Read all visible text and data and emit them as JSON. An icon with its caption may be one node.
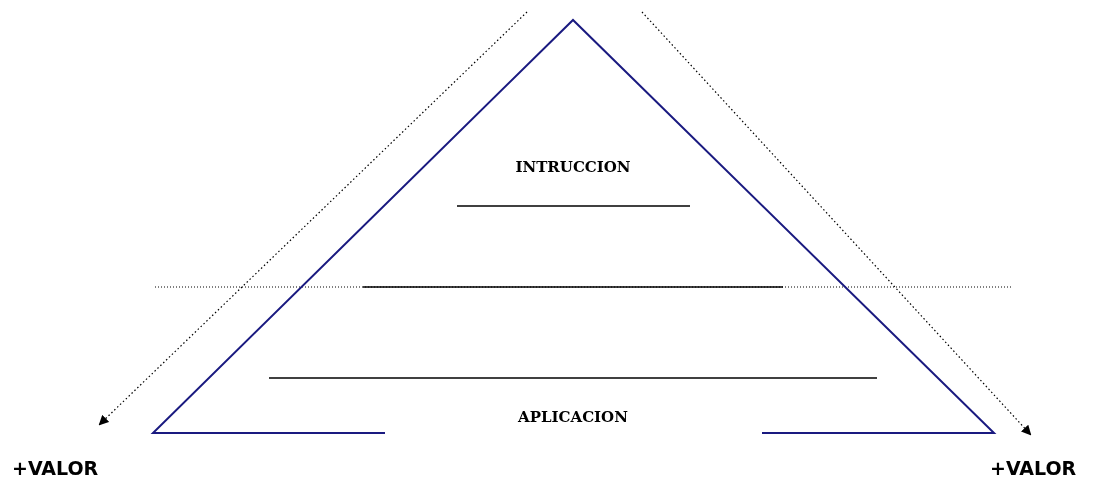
{
  "diagram": {
    "nodes": [
      {
        "text": [
          "INTRUCCION",
          "APLICACION"
        ]
      },
      {
        "text": [
          "+VALOR"
        ]
      },
      {
        "text": [
          "+VALOR"
        ]
      }
    ],
    "edges": [
      {
        "from": 0,
        "to": 1,
        "arrow": "to",
        "style": "dashed"
      },
      {
        "from": 0,
        "to": 2,
        "arrow": "to",
        "style": "dashed"
      }
    ]
  }
}
